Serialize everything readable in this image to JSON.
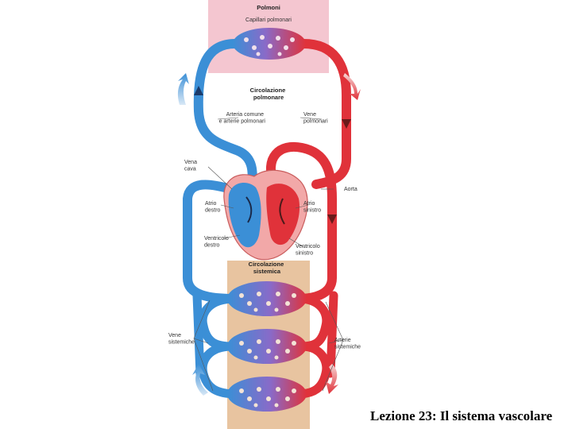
{
  "diagram": {
    "lungs_title": "Polmoni",
    "lungs_capillaries": "Capillari polmonari",
    "pulmonary_circulation": [
      "Circolazione",
      "polmonare"
    ],
    "pulmonary_arteries": [
      "Arteria comune",
      "e arterie polmonari"
    ],
    "pulmonary_veins": [
      "Vene",
      "polmonari"
    ],
    "vena_cava": [
      "Vena",
      "cava"
    ],
    "aorta": "Aorta",
    "right_atrium": [
      "Atrio",
      "destro"
    ],
    "left_atrium": [
      "Atrio",
      "sinistro"
    ],
    "right_ventricle": [
      "Ventricolo",
      "destro"
    ],
    "left_ventricle": [
      "Ventricolo",
      "sinistro"
    ],
    "systemic_circulation": [
      "Circolazione",
      "sistemica"
    ],
    "systemic_veins": [
      "Vene",
      "sistemiche"
    ],
    "systemic_arteries": [
      "Arterie",
      "sistemiche"
    ]
  },
  "colors": {
    "oxygenated": "#e0323a",
    "deoxygenated": "#3b8fd6",
    "lungs_background": "#f4c6d0",
    "tissue_background": "#e8c4a0"
  },
  "caption": "Lezione 23: Il sistema vascolare"
}
